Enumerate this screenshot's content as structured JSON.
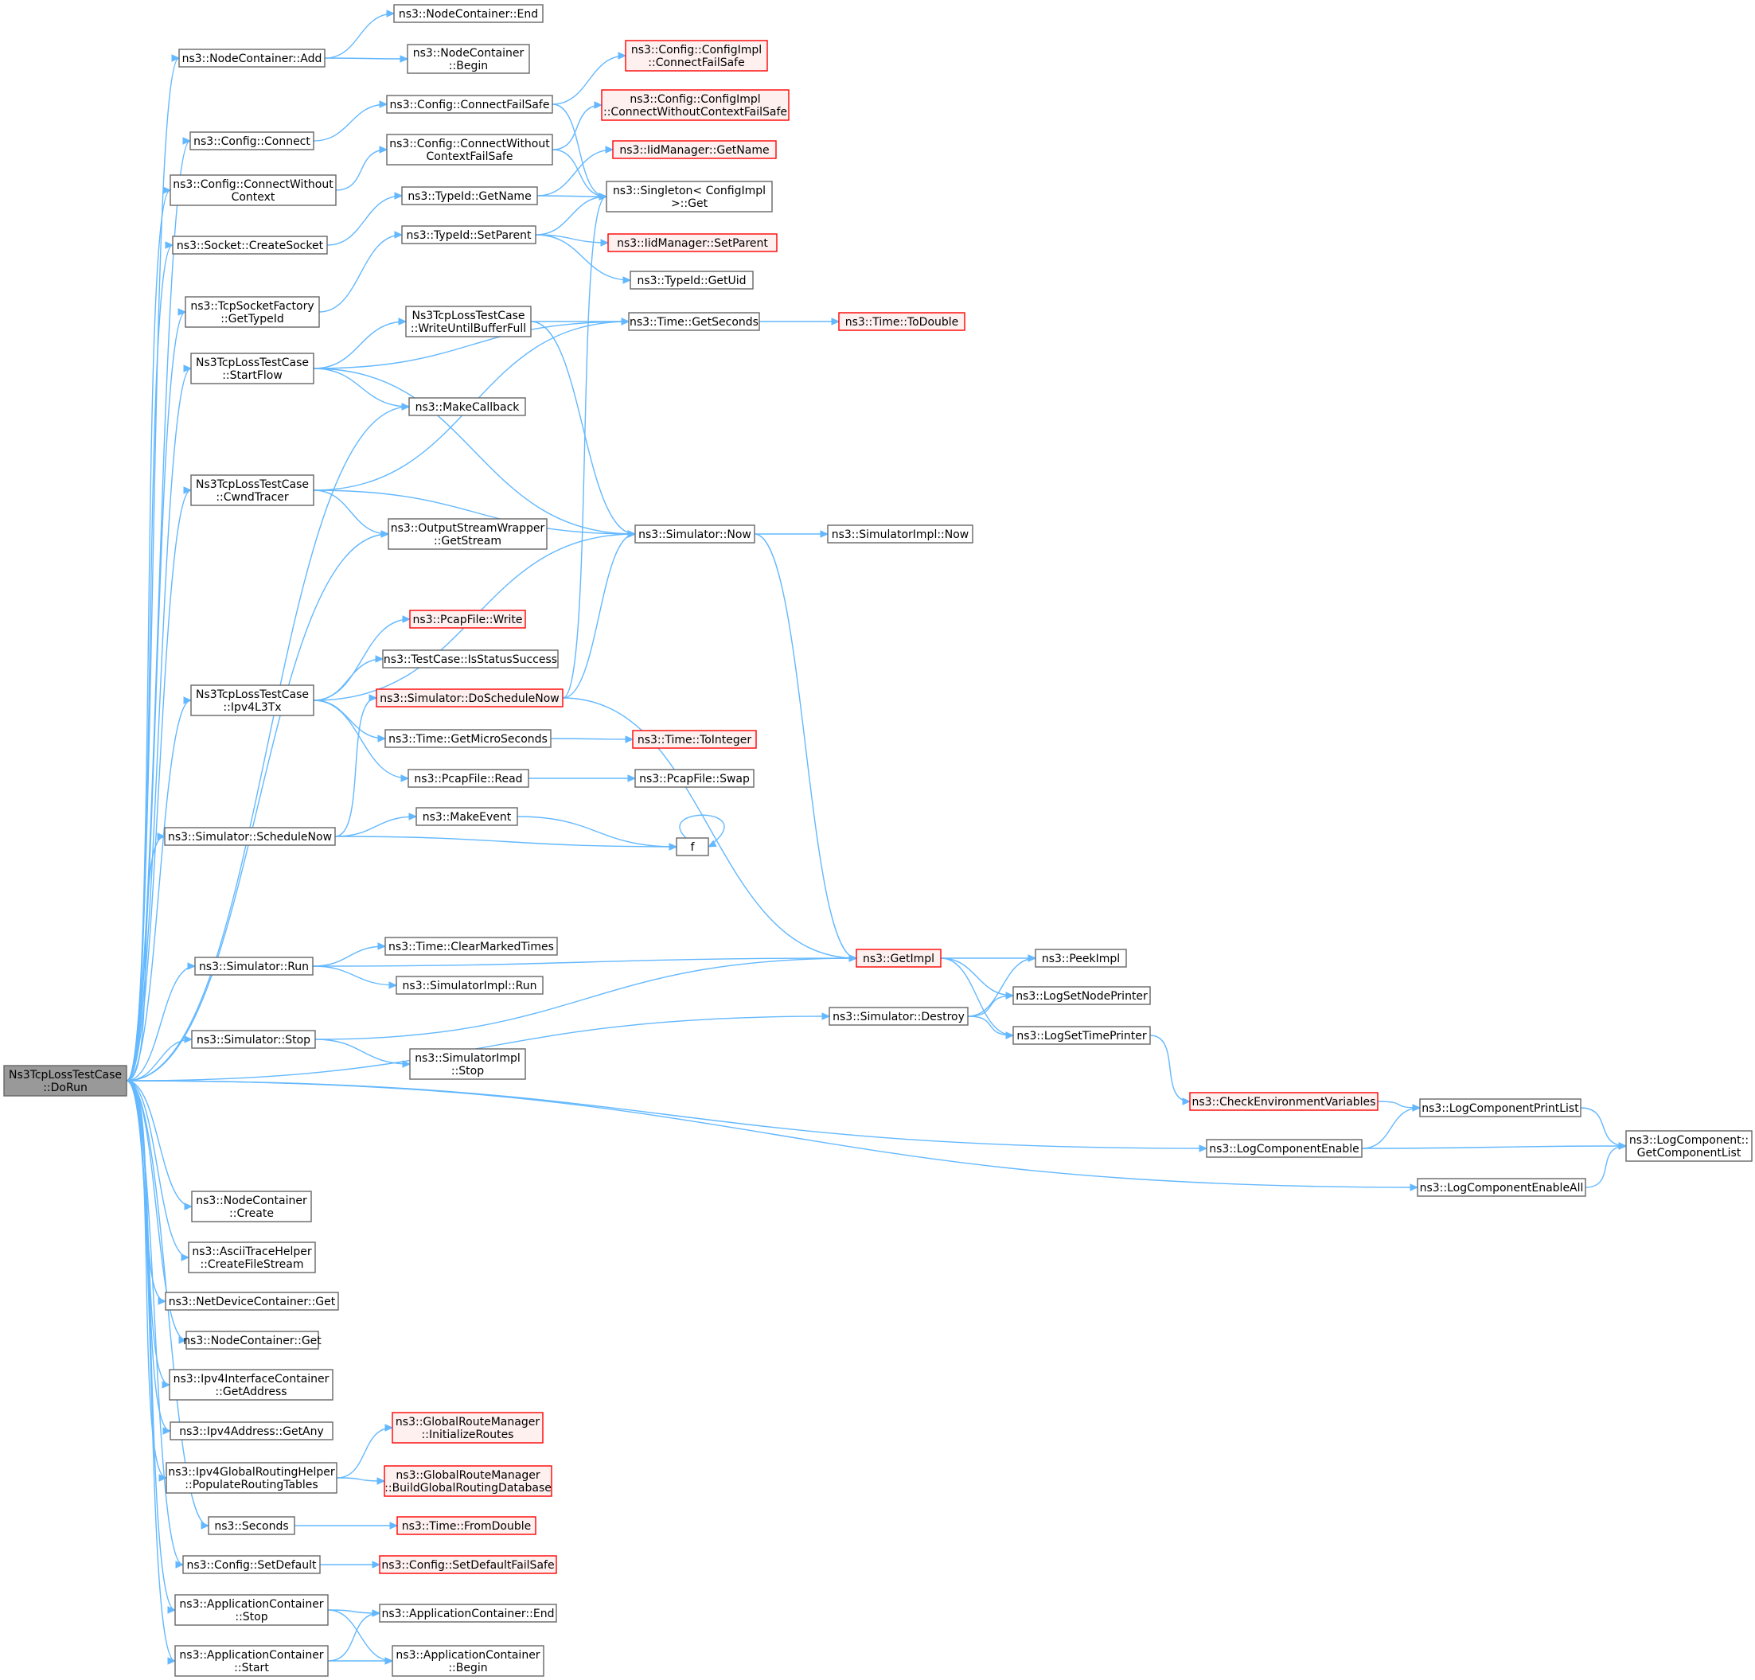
{
  "diagram": {
    "colors": {
      "edge": "#63b8ff",
      "node_border": "#666666",
      "root_fill": "#999999",
      "truncated_fill": "#fff0f0",
      "truncated_border": "#ff0000"
    },
    "nodes": [
      {
        "id": "DoRun",
        "lines": [
          "Ns3TcpLossTestCase",
          "::DoRun"
        ],
        "style": "root"
      },
      {
        "id": "NCAdd",
        "lines": [
          "ns3::NodeContainer::Add"
        ]
      },
      {
        "id": "NCEnd",
        "lines": [
          "ns3::NodeContainer::End"
        ]
      },
      {
        "id": "NCBegin",
        "lines": [
          "ns3::NodeContainer",
          "::Begin"
        ]
      },
      {
        "id": "CfgConnect",
        "lines": [
          "ns3::Config::Connect"
        ]
      },
      {
        "id": "CfgConnectFS",
        "lines": [
          "ns3::Config::ConnectFailSafe"
        ]
      },
      {
        "id": "CfgImplConnectFS",
        "lines": [
          "ns3::Config::ConfigImpl",
          "::ConnectFailSafe"
        ],
        "style": "truncated"
      },
      {
        "id": "CfgImplConnectWCFS",
        "lines": [
          "ns3::Config::ConfigImpl",
          "::ConnectWithoutContextFailSafe"
        ],
        "style": "truncated"
      },
      {
        "id": "CfgConnectWC",
        "lines": [
          "ns3::Config::ConnectWithout",
          "Context"
        ]
      },
      {
        "id": "CfgConnectWCFS",
        "lines": [
          "ns3::Config::ConnectWithout",
          "ContextFailSafe"
        ]
      },
      {
        "id": "IidGetName",
        "lines": [
          "ns3::IidManager::GetName"
        ],
        "style": "truncated"
      },
      {
        "id": "SingletonGet",
        "lines": [
          "ns3::Singleton< ConfigImpl",
          ">::Get"
        ]
      },
      {
        "id": "SocketCreate",
        "lines": [
          "ns3::Socket::CreateSocket"
        ]
      },
      {
        "id": "TypeIdGetName",
        "lines": [
          "ns3::TypeId::GetName"
        ]
      },
      {
        "id": "TypeIdSetParent",
        "lines": [
          "ns3::TypeId::SetParent"
        ]
      },
      {
        "id": "IidSetParent",
        "lines": [
          "ns3::IidManager::SetParent"
        ],
        "style": "truncated"
      },
      {
        "id": "TypeIdGetUid",
        "lines": [
          "ns3::TypeId::GetUid"
        ]
      },
      {
        "id": "TcpSFGetTypeId",
        "lines": [
          "ns3::TcpSocketFactory",
          "::GetTypeId"
        ]
      },
      {
        "id": "StartFlow",
        "lines": [
          "Ns3TcpLossTestCase",
          "::StartFlow"
        ]
      },
      {
        "id": "WriteUntil",
        "lines": [
          "Ns3TcpLossTestCase",
          "::WriteUntilBufferFull"
        ]
      },
      {
        "id": "TimeGetSeconds",
        "lines": [
          "ns3::Time::GetSeconds"
        ]
      },
      {
        "id": "TimeToDouble",
        "lines": [
          "ns3::Time::ToDouble"
        ],
        "style": "truncated"
      },
      {
        "id": "MakeCallback",
        "lines": [
          "ns3::MakeCallback"
        ]
      },
      {
        "id": "CwndTracer",
        "lines": [
          "Ns3TcpLossTestCase",
          "::CwndTracer"
        ]
      },
      {
        "id": "OSWGetStream",
        "lines": [
          "ns3::OutputStreamWrapper",
          "::GetStream"
        ]
      },
      {
        "id": "SimNow",
        "lines": [
          "ns3::Simulator::Now"
        ]
      },
      {
        "id": "SimImplNow",
        "lines": [
          "ns3::SimulatorImpl::Now"
        ]
      },
      {
        "id": "PcapWrite",
        "lines": [
          "ns3::PcapFile::Write"
        ],
        "style": "truncated"
      },
      {
        "id": "IsStatusSuccess",
        "lines": [
          "ns3::TestCase::IsStatusSuccess"
        ]
      },
      {
        "id": "Ipv4L3Tx",
        "lines": [
          "Ns3TcpLossTestCase",
          "::Ipv4L3Tx"
        ]
      },
      {
        "id": "DoScheduleNow",
        "lines": [
          "ns3::Simulator::DoScheduleNow"
        ],
        "style": "truncated"
      },
      {
        "id": "TimeGetMicro",
        "lines": [
          "ns3::Time::GetMicroSeconds"
        ]
      },
      {
        "id": "TimeToInteger",
        "lines": [
          "ns3::Time::ToInteger"
        ],
        "style": "truncated"
      },
      {
        "id": "PcapRead",
        "lines": [
          "ns3::PcapFile::Read"
        ]
      },
      {
        "id": "PcapSwap",
        "lines": [
          "ns3::PcapFile::Swap"
        ]
      },
      {
        "id": "ScheduleNow",
        "lines": [
          "ns3::Simulator::ScheduleNow"
        ]
      },
      {
        "id": "MakeEvent",
        "lines": [
          "ns3::MakeEvent"
        ]
      },
      {
        "id": "f",
        "lines": [
          "f"
        ]
      },
      {
        "id": "SimRun",
        "lines": [
          "ns3::Simulator::Run"
        ]
      },
      {
        "id": "ClearMarked",
        "lines": [
          "ns3::Time::ClearMarkedTimes"
        ]
      },
      {
        "id": "SimImplRun",
        "lines": [
          "ns3::SimulatorImpl::Run"
        ]
      },
      {
        "id": "GetImpl",
        "lines": [
          "ns3::GetImpl"
        ],
        "style": "truncated"
      },
      {
        "id": "PeekImpl",
        "lines": [
          "ns3::PeekImpl"
        ]
      },
      {
        "id": "LogSetNode",
        "lines": [
          "ns3::LogSetNodePrinter"
        ]
      },
      {
        "id": "LogSetTime",
        "lines": [
          "ns3::LogSetTimePrinter"
        ]
      },
      {
        "id": "SimDestroy",
        "lines": [
          "ns3::Simulator::Destroy"
        ]
      },
      {
        "id": "SimStop",
        "lines": [
          "ns3::Simulator::Stop"
        ]
      },
      {
        "id": "SimImplStop",
        "lines": [
          "ns3::SimulatorImpl",
          "::Stop"
        ]
      },
      {
        "id": "CheckEnv",
        "lines": [
          "ns3::CheckEnvironmentVariables"
        ],
        "style": "truncated"
      },
      {
        "id": "LogCompPrintList",
        "lines": [
          "ns3::LogComponentPrintList"
        ]
      },
      {
        "id": "LogCompGetList",
        "lines": [
          "ns3::LogComponent::",
          "GetComponentList"
        ]
      },
      {
        "id": "LogCompEnable",
        "lines": [
          "ns3::LogComponentEnable"
        ]
      },
      {
        "id": "LogCompEnableAll",
        "lines": [
          "ns3::LogComponentEnableAll"
        ]
      },
      {
        "id": "NCCreate",
        "lines": [
          "ns3::NodeContainer",
          "::Create"
        ]
      },
      {
        "id": "AsciiCreate",
        "lines": [
          "ns3::AsciiTraceHelper",
          "::CreateFileStream"
        ]
      },
      {
        "id": "NDCGet",
        "lines": [
          "ns3::NetDeviceContainer::Get"
        ]
      },
      {
        "id": "NCGet",
        "lines": [
          "ns3::NodeContainer::Get"
        ]
      },
      {
        "id": "Ipv4ICGetAddr",
        "lines": [
          "ns3::Ipv4InterfaceContainer",
          "::GetAddress"
        ]
      },
      {
        "id": "Ipv4AddrGetAny",
        "lines": [
          "ns3::Ipv4Address::GetAny"
        ]
      },
      {
        "id": "GRMInit",
        "lines": [
          "ns3::GlobalRouteManager",
          "::InitializeRoutes"
        ],
        "style": "truncated"
      },
      {
        "id": "Ipv4GRHPopulate",
        "lines": [
          "ns3::Ipv4GlobalRoutingHelper",
          "::PopulateRoutingTables"
        ]
      },
      {
        "id": "GRMBuild",
        "lines": [
          "ns3::GlobalRouteManager",
          "::BuildGlobalRoutingDatabase"
        ],
        "style": "truncated"
      },
      {
        "id": "Seconds",
        "lines": [
          "ns3::Seconds"
        ]
      },
      {
        "id": "TimeFromDouble",
        "lines": [
          "ns3::Time::FromDouble"
        ],
        "style": "truncated"
      },
      {
        "id": "CfgSetDefault",
        "lines": [
          "ns3::Config::SetDefault"
        ]
      },
      {
        "id": "CfgSetDefaultFS",
        "lines": [
          "ns3::Config::SetDefaultFailSafe"
        ],
        "style": "truncated"
      },
      {
        "id": "ACStop",
        "lines": [
          "ns3::ApplicationContainer",
          "::Stop"
        ]
      },
      {
        "id": "ACEnd",
        "lines": [
          "ns3::ApplicationContainer::End"
        ]
      },
      {
        "id": "ACStart",
        "lines": [
          "ns3::ApplicationContainer",
          "::Start"
        ]
      },
      {
        "id": "ACBegin",
        "lines": [
          "ns3::ApplicationContainer",
          "::Begin"
        ]
      }
    ],
    "edges": [
      [
        "DoRun",
        "NCAdd"
      ],
      [
        "NCAdd",
        "NCEnd"
      ],
      [
        "NCAdd",
        "NCBegin"
      ],
      [
        "DoRun",
        "CfgConnect"
      ],
      [
        "CfgConnect",
        "CfgConnectFS"
      ],
      [
        "CfgConnectFS",
        "CfgImplConnectFS"
      ],
      [
        "CfgConnectFS",
        "SingletonGet"
      ],
      [
        "DoRun",
        "CfgConnectWC"
      ],
      [
        "CfgConnectWC",
        "CfgConnectWCFS"
      ],
      [
        "CfgConnectWCFS",
        "CfgImplConnectWCFS"
      ],
      [
        "CfgConnectWCFS",
        "SingletonGet"
      ],
      [
        "DoRun",
        "SocketCreate"
      ],
      [
        "SocketCreate",
        "TypeIdGetName"
      ],
      [
        "TypeIdGetName",
        "IidGetName"
      ],
      [
        "TypeIdGetName",
        "SingletonGet"
      ],
      [
        "DoRun",
        "TcpSFGetTypeId"
      ],
      [
        "TcpSFGetTypeId",
        "TypeIdSetParent"
      ],
      [
        "TypeIdSetParent",
        "SingletonGet"
      ],
      [
        "TypeIdSetParent",
        "IidSetParent"
      ],
      [
        "TypeIdSetParent",
        "TypeIdGetUid"
      ],
      [
        "DoRun",
        "StartFlow"
      ],
      [
        "StartFlow",
        "TimeGetSeconds"
      ],
      [
        "StartFlow",
        "WriteUntil"
      ],
      [
        "StartFlow",
        "SimNow"
      ],
      [
        "StartFlow",
        "MakeCallback"
      ],
      [
        "WriteUntil",
        "TimeGetSeconds"
      ],
      [
        "WriteUntil",
        "SimNow"
      ],
      [
        "TimeGetSeconds",
        "TimeToDouble"
      ],
      [
        "DoRun",
        "MakeCallback"
      ],
      [
        "DoRun",
        "CwndTracer"
      ],
      [
        "CwndTracer",
        "TimeGetSeconds"
      ],
      [
        "CwndTracer",
        "SimNow"
      ],
      [
        "CwndTracer",
        "OSWGetStream"
      ],
      [
        "DoRun",
        "OSWGetStream"
      ],
      [
        "SimNow",
        "SimImplNow"
      ],
      [
        "SimNow",
        "GetImpl"
      ],
      [
        "DoRun",
        "Ipv4L3Tx"
      ],
      [
        "Ipv4L3Tx",
        "SimNow"
      ],
      [
        "Ipv4L3Tx",
        "PcapWrite"
      ],
      [
        "Ipv4L3Tx",
        "IsStatusSuccess"
      ],
      [
        "Ipv4L3Tx",
        "TimeGetMicro"
      ],
      [
        "Ipv4L3Tx",
        "PcapRead"
      ],
      [
        "DoScheduleNow",
        "SingletonGet"
      ],
      [
        "DoScheduleNow",
        "SimNow"
      ],
      [
        "DoScheduleNow",
        "GetImpl"
      ],
      [
        "TimeGetMicro",
        "TimeToInteger"
      ],
      [
        "PcapRead",
        "PcapSwap"
      ],
      [
        "DoRun",
        "ScheduleNow"
      ],
      [
        "ScheduleNow",
        "DoScheduleNow"
      ],
      [
        "ScheduleNow",
        "MakeEvent"
      ],
      [
        "ScheduleNow",
        "f"
      ],
      [
        "MakeEvent",
        "f"
      ],
      [
        "f",
        "f"
      ],
      [
        "DoRun",
        "SimRun"
      ],
      [
        "SimRun",
        "GetImpl"
      ],
      [
        "SimRun",
        "ClearMarked"
      ],
      [
        "SimRun",
        "SimImplRun"
      ],
      [
        "GetImpl",
        "PeekImpl"
      ],
      [
        "GetImpl",
        "LogSetNode"
      ],
      [
        "GetImpl",
        "LogSetTime"
      ],
      [
        "DoRun",
        "SimStop"
      ],
      [
        "SimStop",
        "GetImpl"
      ],
      [
        "SimStop",
        "SimImplStop"
      ],
      [
        "DoRun",
        "SimDestroy"
      ],
      [
        "SimDestroy",
        "PeekImpl"
      ],
      [
        "SimDestroy",
        "LogSetNode"
      ],
      [
        "SimDestroy",
        "LogSetTime"
      ],
      [
        "LogSetTime",
        "CheckEnv"
      ],
      [
        "CheckEnv",
        "LogCompPrintList"
      ],
      [
        "LogCompPrintList",
        "LogCompGetList"
      ],
      [
        "DoRun",
        "LogCompEnable"
      ],
      [
        "LogCompEnable",
        "LogCompPrintList"
      ],
      [
        "LogCompEnable",
        "LogCompGetList"
      ],
      [
        "DoRun",
        "LogCompEnableAll"
      ],
      [
        "LogCompEnableAll",
        "LogCompGetList"
      ],
      [
        "DoRun",
        "NCCreate"
      ],
      [
        "DoRun",
        "AsciiCreate"
      ],
      [
        "DoRun",
        "NDCGet"
      ],
      [
        "DoRun",
        "NCGet"
      ],
      [
        "DoRun",
        "Ipv4ICGetAddr"
      ],
      [
        "DoRun",
        "Ipv4AddrGetAny"
      ],
      [
        "DoRun",
        "Ipv4GRHPopulate"
      ],
      [
        "Ipv4GRHPopulate",
        "GRMInit"
      ],
      [
        "Ipv4GRHPopulate",
        "GRMBuild"
      ],
      [
        "DoRun",
        "Seconds"
      ],
      [
        "Seconds",
        "TimeFromDouble"
      ],
      [
        "DoRun",
        "CfgSetDefault"
      ],
      [
        "CfgSetDefault",
        "CfgSetDefaultFS"
      ],
      [
        "DoRun",
        "ACStop"
      ],
      [
        "ACStop",
        "ACEnd"
      ],
      [
        "ACStop",
        "ACBegin"
      ],
      [
        "DoRun",
        "ACStart"
      ],
      [
        "ACStart",
        "ACEnd"
      ],
      [
        "ACStart",
        "ACBegin"
      ]
    ]
  }
}
